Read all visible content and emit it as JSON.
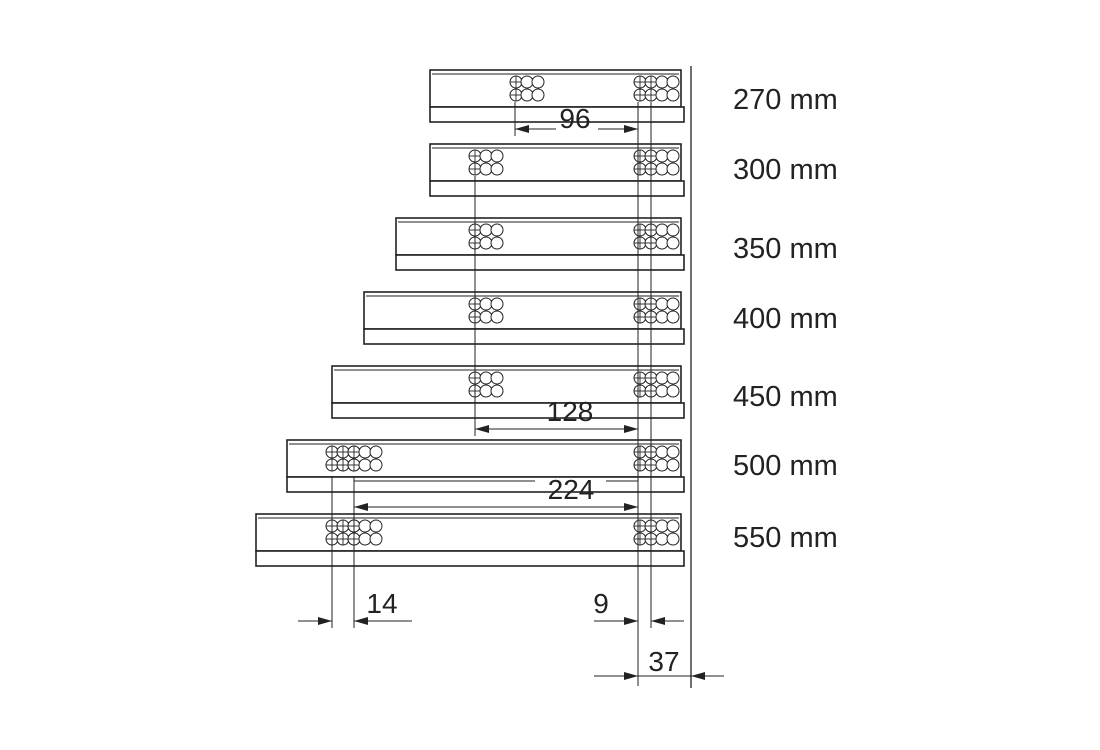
{
  "length_labels": [
    "270 mm",
    "300 mm",
    "350 mm",
    "400 mm",
    "450 mm",
    "500 mm",
    "550 mm"
  ],
  "dimensions": {
    "d96": "96",
    "d128": "128",
    "d224": "224",
    "d14": "14",
    "d9": "9",
    "d37": "37"
  }
}
